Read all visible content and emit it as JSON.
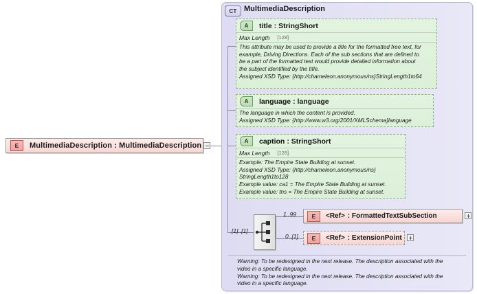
{
  "root_element": {
    "badge": "E",
    "label": "MultimediaDescription : MultimediaDescription",
    "expander": "-"
  },
  "complex_type": {
    "badge": "CT",
    "title": "MultimediaDescription"
  },
  "attributes": [
    {
      "badge": "A",
      "name": "title",
      "type": ": StringShort",
      "facet_label": "Max Length",
      "facet_value": "[128]",
      "doc": [
        "This attribute may be used to provide a title for the formatted free text, for",
        "example, Driving Directions. Each of the sub sections that are defined to",
        "be a part of the formatted text would provide detailed information about",
        "the subject identified by the title.",
        "Assigned XSD Type: {http://chameleon.anonymous/ns}StringLength1to64"
      ]
    },
    {
      "badge": "A",
      "name": "language",
      "type": ": language",
      "facet_label": "",
      "facet_value": "",
      "doc": [
        "The language in which the content is provided.",
        "Assigned XSD Type: {http://www.w3.org/2001/XMLSchema}language"
      ]
    },
    {
      "badge": "A",
      "name": "caption",
      "type": ": StringShort",
      "facet_label": "Max Length",
      "facet_value": "[128]",
      "doc": [
        "Example:  The Empire State Building at sunset.",
        "Assigned XSD Type: {http://chameleon.anonymous/ns}",
        "StringLength1to128",
        "Example value: ca1 = The Empire State Building at sunset.",
        "Example value: tns = The Empire State Building at sunset."
      ]
    }
  ],
  "compositor": {
    "kind": "sequence",
    "cardinality": "[1]..[1]"
  },
  "children": [
    {
      "cardinality": "1..99",
      "badge": "E",
      "name": "<Ref>",
      "type": ": FormattedTextSubSection",
      "expander": "+",
      "optional": false
    },
    {
      "cardinality": "0..[1]",
      "badge": "E",
      "name": "<Ref>",
      "type": ": ExtensionPoint",
      "expander": "+",
      "optional": true
    }
  ],
  "warnings": [
    "Warning:  To be redesigned in the next release.  The description associated with the",
    "video in a specific language.",
    "Warning:  To be redesigned in the next release.  The description associated with the",
    "video in a specific language."
  ]
}
